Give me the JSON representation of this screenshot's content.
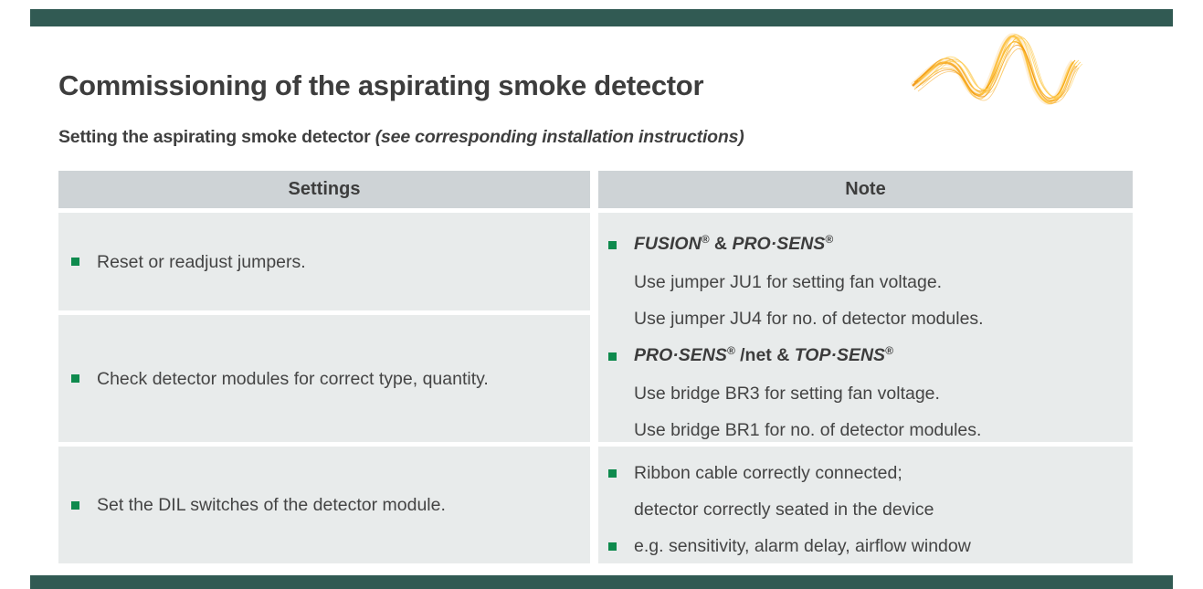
{
  "page": {
    "title": "Commissioning of the aspirating smoke detector",
    "subtitle_bold": "Setting the aspirating smoke detector ",
    "subtitle_italic": "(see corresponding installation instructions)"
  },
  "colors": {
    "accent_bar": "#315a53",
    "bullet_green": "#0e8a4d",
    "header_bg": "#ced3d6",
    "cell_bg": "#e8ebeb",
    "text": "#444444",
    "wave_orange": "#f59b00",
    "wave_yellow": "#ffd35e",
    "wave_teal": "#2e9b85"
  },
  "table": {
    "headers": [
      "Settings",
      "Note"
    ],
    "settings_items": [
      "Reset or readjust jumpers.",
      "Check detector modules for correct type, quantity.",
      "Set the DIL switches of the detector module."
    ],
    "notes": {
      "group1": {
        "heading1": {
          "b1": "FUSION",
          "r1": "®",
          "mid": " & ",
          "b2": "PRO·SENS",
          "r2": "®"
        },
        "lines1": [
          "Use jumper JU1 for setting fan voltage.",
          "Use jumper JU4 for no. of detector modules."
        ],
        "heading2": {
          "b1": "PRO·SENS",
          "r1": "®",
          "mid": " /net & ",
          "b2": "TOP·SENS",
          "r2": "®"
        },
        "lines2": [
          "Use bridge BR3 for setting fan voltage.",
          "Use bridge BR1 for no. of detector modules."
        ]
      },
      "group2": {
        "line1": "Ribbon cable correctly connected;",
        "line1b": "detector correctly seated in the device",
        "line2": "e.g. sensitivity, alarm delay, airflow window"
      }
    }
  }
}
